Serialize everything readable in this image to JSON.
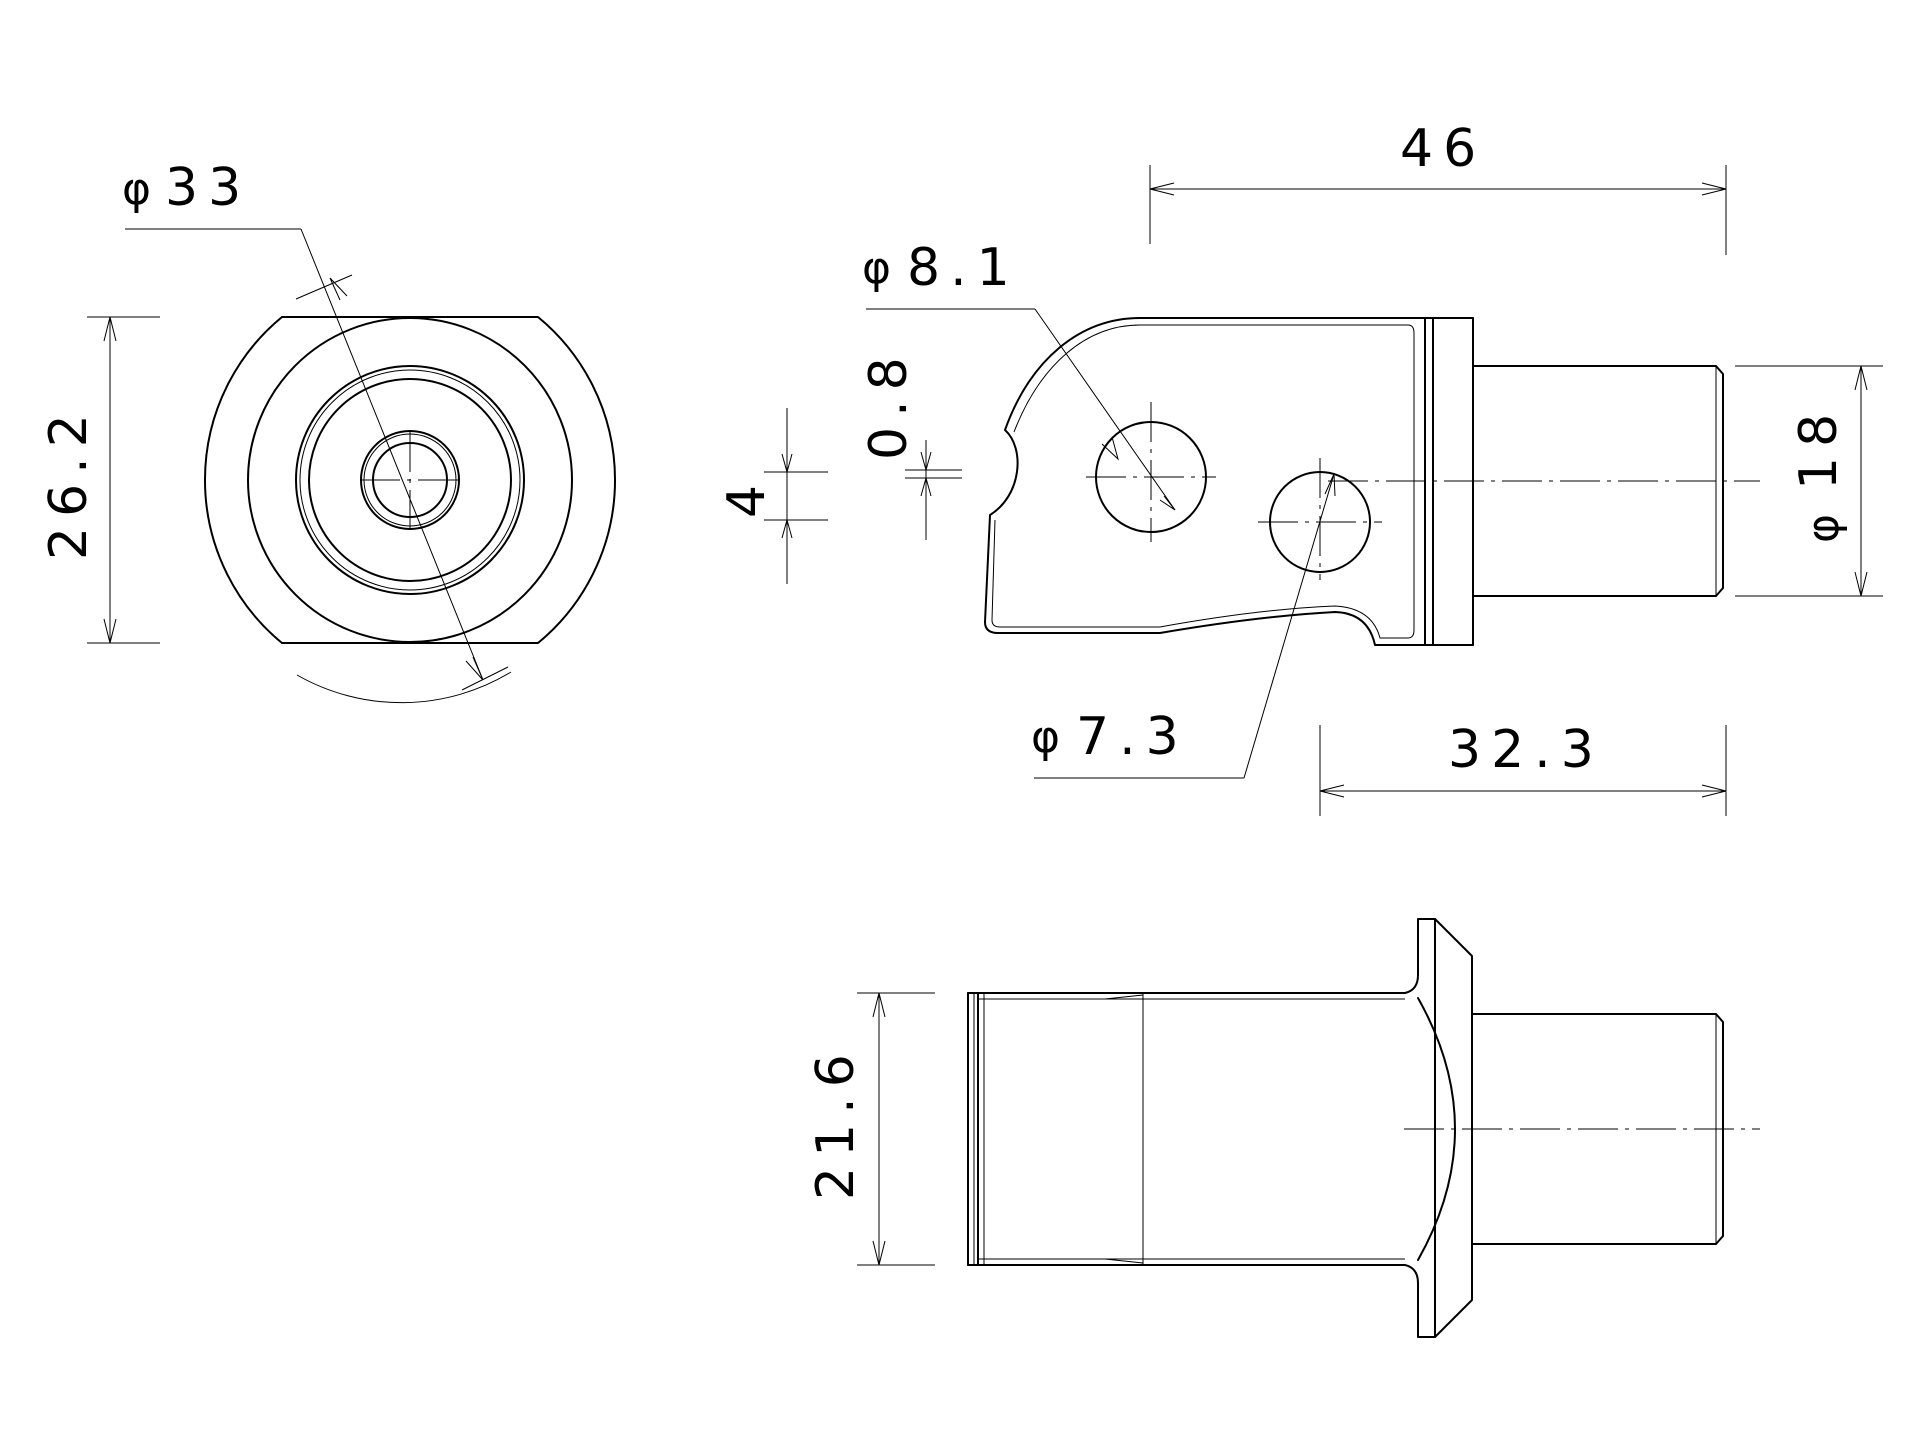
{
  "dimensions": {
    "view_front": {
      "diameter_outer": {
        "symbol": "φ",
        "value": "33"
      },
      "height": {
        "value": "26.2"
      }
    },
    "view_side": {
      "length_overall": {
        "value": "46"
      },
      "hole_large": {
        "symbol": "φ",
        "value": "8.1"
      },
      "offset_small": {
        "value": "0.8"
      },
      "offset_vertical": {
        "value": "4"
      },
      "hole_small": {
        "symbol": "φ",
        "value": "7.3"
      },
      "length_hole": {
        "value": "32.3"
      },
      "shaft_diameter": {
        "symbol": "φ",
        "value": "18"
      }
    },
    "view_top": {
      "width": {
        "value": "21.6"
      }
    }
  }
}
